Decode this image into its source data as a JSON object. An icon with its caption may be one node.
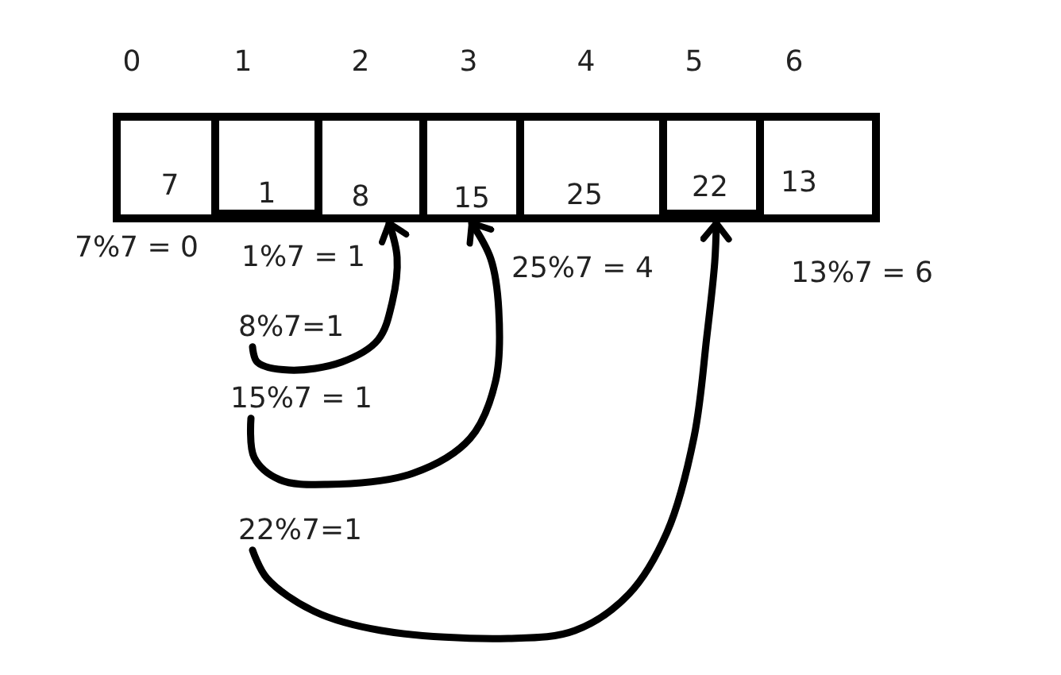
{
  "diagram": {
    "nodes": [
      {
        "text": [
          "7"
        ],
        "beside": [
          "0"
        ]
      },
      {
        "text": [
          "1"
        ],
        "beside": [
          "1"
        ]
      },
      {
        "text": [
          "8"
        ],
        "beside": [
          "2"
        ]
      },
      {
        "text": [
          "15"
        ],
        "beside": [
          "3"
        ]
      },
      {
        "text": [
          "25"
        ],
        "beside": [
          "4"
        ]
      },
      {
        "text": [
          "22"
        ],
        "beside": [
          "5"
        ]
      },
      {
        "text": [
          "13"
        ],
        "beside": [
          "6"
        ]
      },
      {
        "text": [
          "8%7=1"
        ]
      },
      {
        "text": [
          "15%7 = 1"
        ]
      },
      {
        "text": [
          "22%7=1"
        ]
      }
    ],
    "edges": [
      {
        "from": 7,
        "to": 2,
        "arrow": "to"
      },
      {
        "from": 8,
        "to": 3,
        "arrow": "to"
      },
      {
        "from": 9,
        "to": 5,
        "arrow": "to"
      }
    ],
    "labels": [
      "7%7 = 0",
      "1%7 = 1",
      "25%7 = 4",
      "13%7 = 6"
    ]
  }
}
